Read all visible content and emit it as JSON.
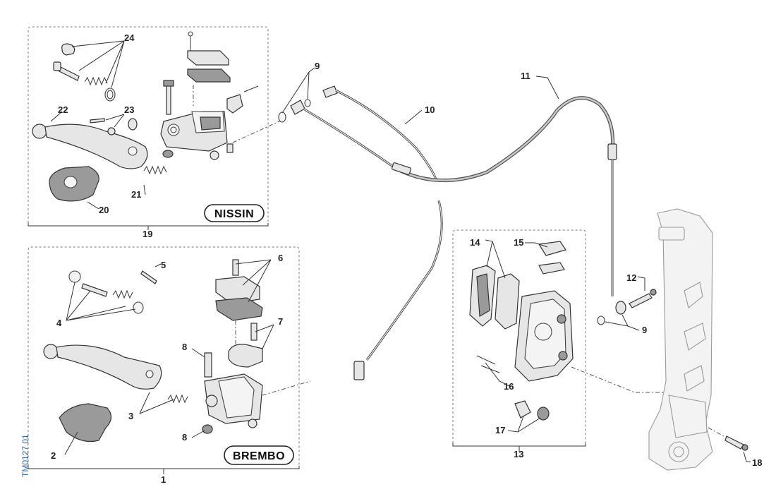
{
  "brands": {
    "nissin": "NISSIN",
    "brembo": "BREMBO"
  },
  "code": "TM0127.01",
  "callouts": {
    "c1": "1",
    "c2": "2",
    "c3": "3",
    "c4": "4",
    "c5": "5",
    "c6": "6",
    "c7": "7",
    "c8a": "8",
    "c8b": "8",
    "c9a": "9",
    "c9b": "9",
    "c10": "10",
    "c11": "11",
    "c12": "12",
    "c13": "13",
    "c14": "14",
    "c15": "15",
    "c16": "16",
    "c17": "17",
    "c18": "18",
    "c19": "19",
    "c20": "20",
    "c21": "21",
    "c22": "22",
    "c23": "23",
    "c24": "24"
  }
}
